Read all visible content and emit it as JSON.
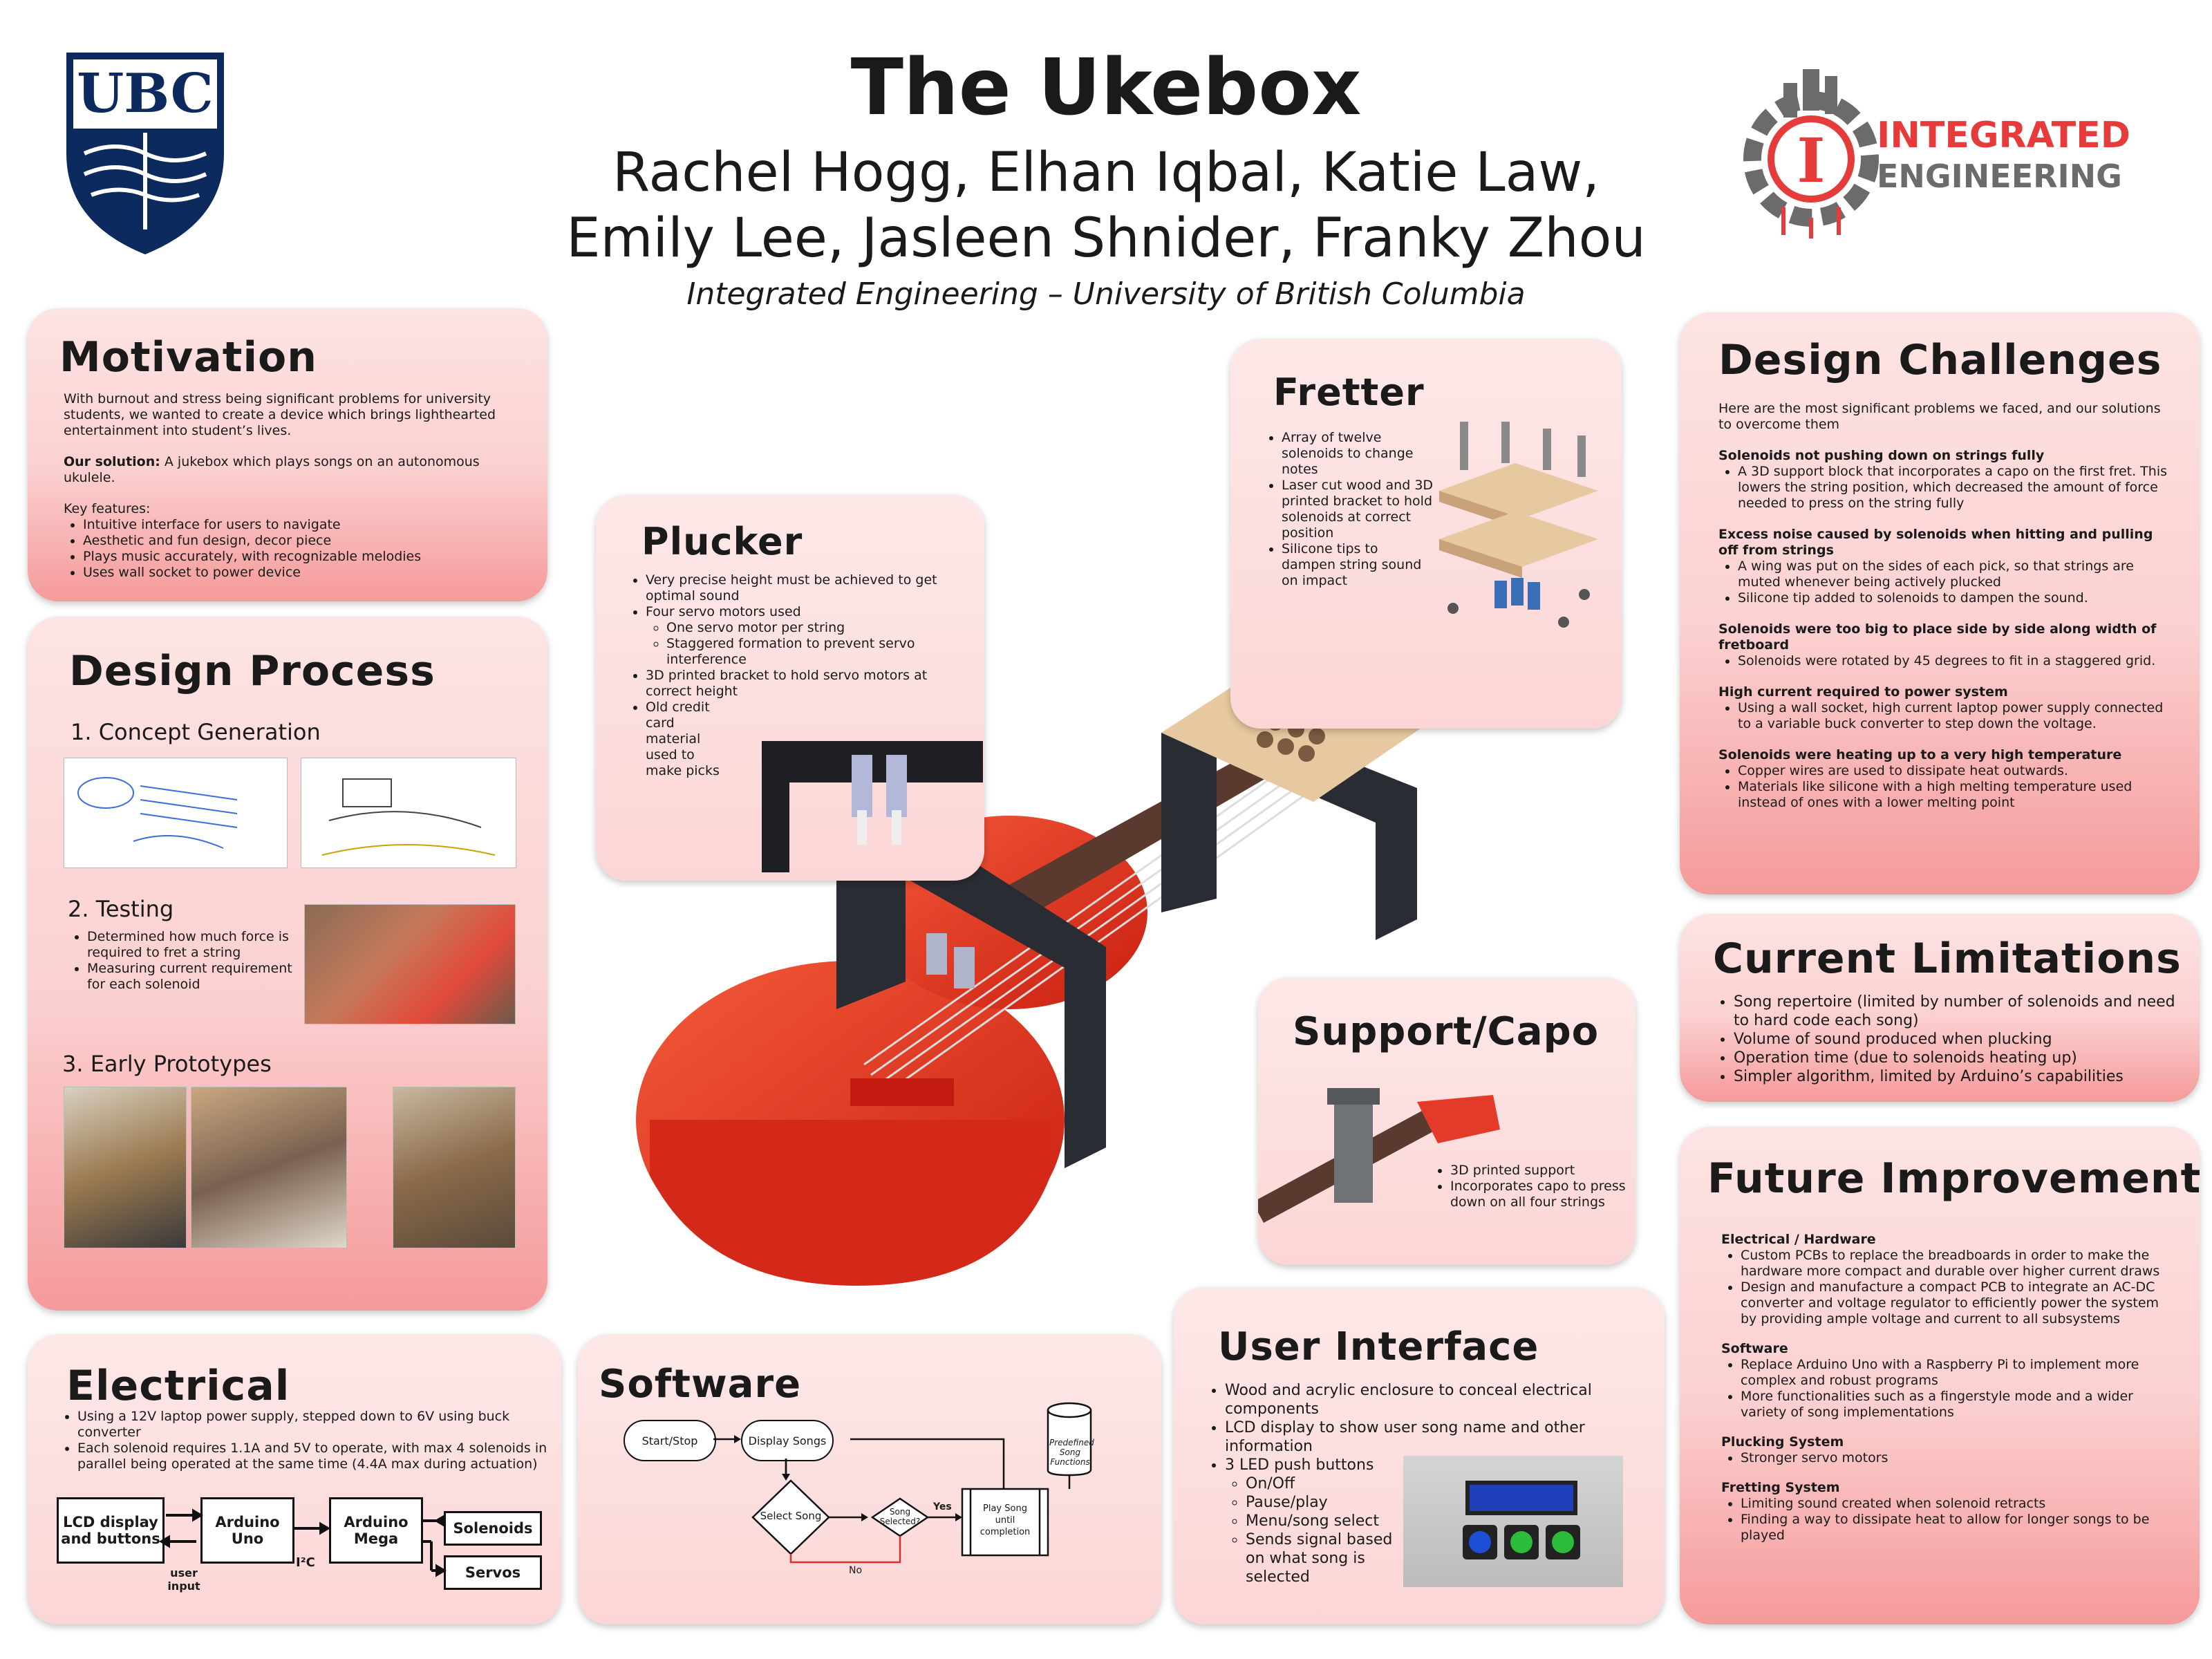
{
  "header": {
    "title": "The Ukebox",
    "authors_line1": "Rachel Hogg, Elhan Iqbal, Katie Law,",
    "authors_line2": "Emily Lee, Jasleen Shnider, Franky Zhou",
    "affiliation": "Integrated Engineering  – University of  British Columbia",
    "logo_left_text": "UBC",
    "logo_right_line1": "INTEGRATED",
    "logo_right_line2": "ENGINEERING",
    "logo_right_letter": "I"
  },
  "motivation": {
    "title": "Motivation",
    "intro": "With burnout and stress being significant problems for university students, we wanted to create a device which brings lighthearted entertainment into student’s lives.",
    "solution_label": "Our solution:",
    "solution_text": " A jukebox which plays songs on an autonomous ukulele.",
    "features_heading": "Key features:",
    "features": [
      "Intuitive interface for users to navigate",
      "Aesthetic and fun design, decor piece",
      "Plays music accurately, with recognizable melodies",
      "Uses wall socket to power device"
    ]
  },
  "design_process": {
    "title": "Design Process",
    "step1": "1. Concept Generation",
    "step2": "2. Testing",
    "testing_points": [
      "Determined how much force is required to fret a string",
      "Measuring current requirement for each solenoid"
    ],
    "step3": "3. Early Prototypes"
  },
  "plucker": {
    "title": "Plucker",
    "items": [
      "Very precise height must be achieved to get optimal sound",
      "Four servo motors used",
      "3D printed bracket to hold servo motors at correct height",
      "Old credit card material used to make picks"
    ],
    "sub_items": [
      "One servo motor per string",
      "Staggered formation to prevent servo interference"
    ]
  },
  "fretter": {
    "title": "Fretter",
    "items": [
      "Array of twelve solenoids to change notes",
      "Laser cut wood and 3D printed bracket to hold solenoids at correct position",
      "Silicone tips to dampen string sound on impact"
    ]
  },
  "support": {
    "title": "Support/Capo",
    "items": [
      "3D printed support",
      "Incorporates capo to press down on all four strings"
    ]
  },
  "design_challenges": {
    "title": "Design Challenges",
    "intro": "Here are the most significant problems we faced, and our solutions to overcome them",
    "sections": [
      {
        "heading": "Solenoids not pushing down on strings fully",
        "points": [
          "A 3D support block that incorporates a capo on the first fret. This lowers the string position, which decreased the amount of force needed to press on the string fully"
        ]
      },
      {
        "heading": "Excess noise caused by solenoids when hitting and pulling off from strings",
        "points": [
          "A wing was put on the sides of each pick, so that strings are muted whenever being actively plucked",
          "Silicone tip added to solenoids to dampen the sound."
        ]
      },
      {
        "heading": "Solenoids were too big to place side by side along width of fretboard",
        "points": [
          "Solenoids were rotated by 45 degrees to fit in a staggered grid."
        ]
      },
      {
        "heading": "High current required to power system",
        "points": [
          "Using a wall socket, high current laptop power supply connected to a variable buck converter to step down the voltage."
        ]
      },
      {
        "heading": "Solenoids were heating up to a very high temperature",
        "points": [
          "Copper wires are used to dissipate heat outwards.",
          "Materials like silicone with a high melting temperature used instead of ones with a lower melting point"
        ]
      }
    ]
  },
  "limitations": {
    "title": "Current Limitations",
    "items": [
      "Song repertoire (limited by number of solenoids and need to hard code each song)",
      "Volume of sound produced when plucking",
      "Operation time (due to solenoids heating up)",
      "Simpler algorithm, limited by Arduino’s capabilities"
    ]
  },
  "future": {
    "title": "Future Improvements",
    "sections": [
      {
        "heading": "Electrical / Hardware",
        "points": [
          "Custom PCBs to replace the breadboards in order to make the hardware more compact and durable over higher current draws",
          "Design and manufacture a compact PCB to integrate an AC-DC converter and voltage regulator to efficiently power the system by providing ample voltage and current to all subsystems"
        ]
      },
      {
        "heading": "Software",
        "points": [
          "Replace Arduino Uno with a Raspberry Pi to implement more complex and robust programs",
          "More functionalities such as a fingerstyle mode and a wider variety of song implementations"
        ]
      },
      {
        "heading": "Plucking System",
        "points": [
          "Stronger servo motors"
        ]
      },
      {
        "heading": "Fretting System",
        "points": [
          "Limiting sound created when solenoid retracts",
          "Finding a way to dissipate heat to allow for longer songs to be played"
        ]
      }
    ]
  },
  "electrical": {
    "title": "Electrical",
    "items": [
      "Using a 12V  laptop power supply, stepped down to 6V using buck converter",
      "Each solenoid requires 1.1A and 5V to operate, with max 4 solenoids in parallel being operated at the same time (4.4A max during actuation)"
    ],
    "blocks": {
      "lcd": "LCD display and buttons",
      "uno": "Arduino Uno",
      "mega": "Arduino Mega",
      "solenoids": "Solenoids",
      "servos": "Servos",
      "user_input": "user input",
      "i2c": "I²C"
    }
  },
  "software": {
    "title": "Software",
    "nodes": {
      "start": "Start/Stop",
      "display": "Display Songs",
      "db": "Predefined Song Functions",
      "select": "Select Song",
      "selected": "Song Selected?",
      "play": "Play Song until completion",
      "yes": "Yes",
      "no": "No"
    }
  },
  "ui": {
    "title": "User Interface",
    "items": [
      "Wood and acrylic enclosure to conceal electrical components",
      "LCD display to show user song name and other information",
      "3 LED push buttons"
    ],
    "sub_items": [
      "On/Off",
      "Pause/play",
      "Menu/song select",
      "Sends signal based on what song is selected"
    ]
  },
  "colors": {
    "accent_red": "#e63b3b",
    "ubc_navy": "#0c2a5e",
    "panel_pink": "#fcd6d6"
  }
}
